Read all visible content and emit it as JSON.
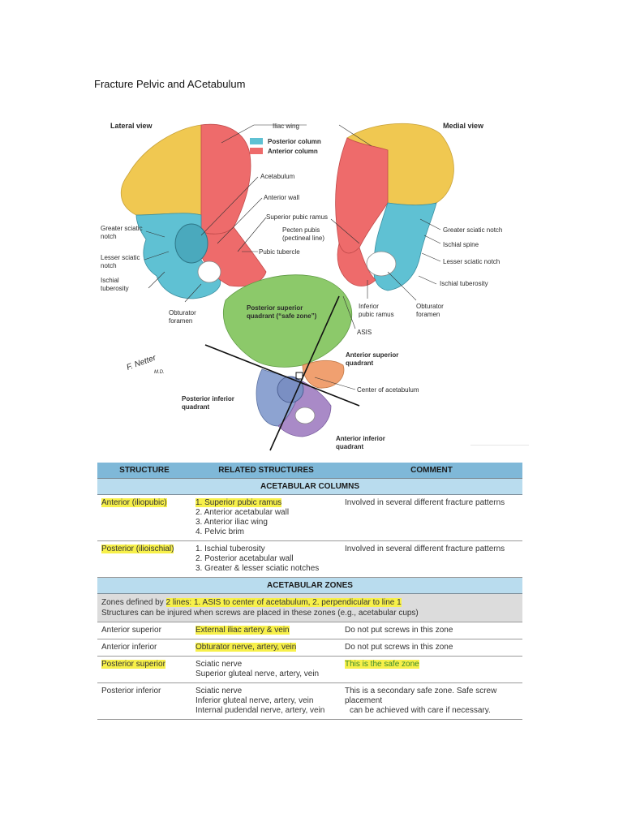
{
  "doc": {
    "title": "Fracture Pelvic and ACetabulum"
  },
  "figure": {
    "lateral_view": "Lateral view",
    "medial_view": "Medial view",
    "legend": {
      "posterior": "Posterior column",
      "anterior": "Anterior column"
    },
    "colors": {
      "posterior": "#5fc1d3",
      "anterior": "#ee6b6b",
      "iliac": "#f0c851",
      "green": "#8cc96a",
      "purple": "#a98ac7",
      "orange": "#f0a070",
      "blue": "#8da3d1"
    },
    "labels": {
      "iliac_wing": "Iliac wing",
      "acetabulum": "Acetabulum",
      "anterior_wall": "Anterior wall",
      "superior_pubic_ramus": "Superior pubic ramus",
      "pecten_pubis_1": "Pecten pubis",
      "pecten_pubis_2": "(pectineal line)",
      "pubic_tubercle": "Pubic tubercle",
      "greater_sciatic_l1": "Greater sciatic",
      "greater_sciatic_l2": "notch",
      "lesser_sciatic_l1": "Lesser sciatic",
      "lesser_sciatic_l2": "notch",
      "ischial_tub_l1": "Ischial",
      "ischial_tub_l2": "tuberosity",
      "obturator_l1": "Obturator",
      "obturator_l2": "foramen",
      "r_greater_sciatic": "Greater sciatic notch",
      "r_ischial_spine": "Ischial spine",
      "r_lesser_sciatic": "Lesser sciatic notch",
      "r_ischial_tub": "Ischial tuberosity",
      "r_inferior_pubic_1": "Inferior",
      "r_inferior_pubic_2": "pubic ramus",
      "r_obturator_1": "Obturator",
      "r_obturator_2": "foramen",
      "post_sup_1": "Posterior superior",
      "post_sup_2": "quadrant (“safe zone”)",
      "asis": "ASIS",
      "ant_sup_1": "Anterior superior",
      "ant_sup_2": "quadrant",
      "center_acetabulum": "Center of acetabulum",
      "post_inf_1": "Posterior inferior",
      "post_inf_2": "quadrant",
      "ant_inf_1": "Anterior inferior",
      "ant_inf_2": "quadrant",
      "signature_1": "F. Netter",
      "signature_2": "M.D."
    }
  },
  "table": {
    "headers": [
      "STRUCTURE",
      "RELATED STRUCTURES",
      "COMMENT"
    ],
    "section1": "ACETABULAR COLUMNS",
    "columns_rows": [
      {
        "structure": "Anterior (iliopubic)",
        "related_first": "1. Superior pubic ramus",
        "related_rest": [
          "2. Anterior acetabular wall",
          "3. Anterior iliac wing",
          "4. Pelvic brim"
        ],
        "comment": "Involved in several different fracture patterns"
      },
      {
        "structure": "Posterior (ilioischial)",
        "related_first": "1. Ischial tuberosity",
        "related_rest": [
          "2. Posterior acetabular wall",
          "3. Greater & lesser sciatic notches"
        ],
        "comment": "Involved in several different fracture patterns"
      }
    ],
    "section2": "ACETABULAR ZONES",
    "note": {
      "prefix": "Zones defined by ",
      "highlight": "2 lines: 1. ASIS to center of acetabulum, 2. perpendicular to line 1",
      "line2": "Structures can be injured when screws are placed in these zones (e.g., acetabular cups)"
    },
    "zones_rows": [
      {
        "structure": "Anterior superior",
        "related": [
          "External iliac artery & vein"
        ],
        "comment": [
          "Do not put screws in this zone"
        ]
      },
      {
        "structure": "Anterior inferior",
        "related": [
          "Obturator nerve, artery, vein"
        ],
        "comment": [
          "Do not put screws in this zone"
        ]
      },
      {
        "structure": "Posterior superior",
        "related": [
          "Sciatic nerve",
          "Superior gluteal nerve, artery, vein"
        ],
        "comment": [
          "This is the safe zone"
        ]
      },
      {
        "structure": "Posterior inferior",
        "related": [
          "Sciatic nerve",
          "Inferior gluteal nerve, artery, vein",
          "Internal pudendal nerve, artery, vein"
        ],
        "comment": [
          "This is a secondary safe zone. Safe screw placement",
          "can be achieved with care if necessary."
        ]
      }
    ]
  }
}
